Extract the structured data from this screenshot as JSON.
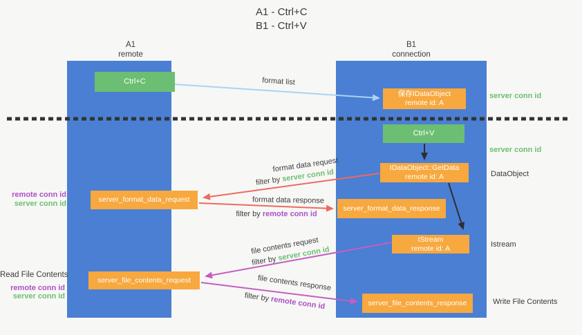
{
  "title": {
    "line1": "A1 - Ctrl+C",
    "line2": "B1 - Ctrl+V"
  },
  "columns": {
    "left": {
      "id": "A1",
      "role": "remote"
    },
    "right": {
      "id": "B1",
      "role": "connection"
    }
  },
  "nodes": {
    "ctrl_c": {
      "label": "Ctrl+C"
    },
    "ctrl_v": {
      "label": "Ctrl+V"
    },
    "save_dataobject": {
      "line1": "保存IDataObject",
      "line2": "remote id: A"
    },
    "getdata": {
      "line1": "IDataObject::GetData",
      "line2": "remote id: A"
    },
    "istream": {
      "line1": "IStream",
      "line2": "remote id: A"
    },
    "format_request": {
      "label": "server_format_data_request"
    },
    "format_response": {
      "label": "server_format_data_response"
    },
    "file_request": {
      "label": "server_file_contents_request"
    },
    "file_response": {
      "label": "server_file_contents_response"
    }
  },
  "arrow_labels": {
    "format_list": "format list",
    "format_data_request": "format data request",
    "format_data_response": "format data response",
    "file_contents_request": "file contents request",
    "file_contents_response": "file contents response",
    "filter_by": "filter by"
  },
  "terms": {
    "server_conn_id": "server conn id",
    "remote_conn_id": "remote conn id"
  },
  "side_labels": {
    "dataobject": "DataObject",
    "istream": "Istream",
    "read_file_contents": "Read File Contents",
    "write_file_contents": "Write File Contents"
  },
  "colors": {
    "background": "#f7f7f6",
    "column_blue": "#4a7fd3",
    "box_green": "#6cbe72",
    "box_orange": "#f7a83e",
    "green_text": "#6cbf6e",
    "purple_text": "#ad50c6",
    "arrow_blue": "#a9d3f1",
    "arrow_red": "#ee6a5e",
    "arrow_magenta": "#c45ec0",
    "arrow_black": "#2e2e2e",
    "dotted_line": "#333333",
    "text_dark": "#3d3d3d"
  }
}
